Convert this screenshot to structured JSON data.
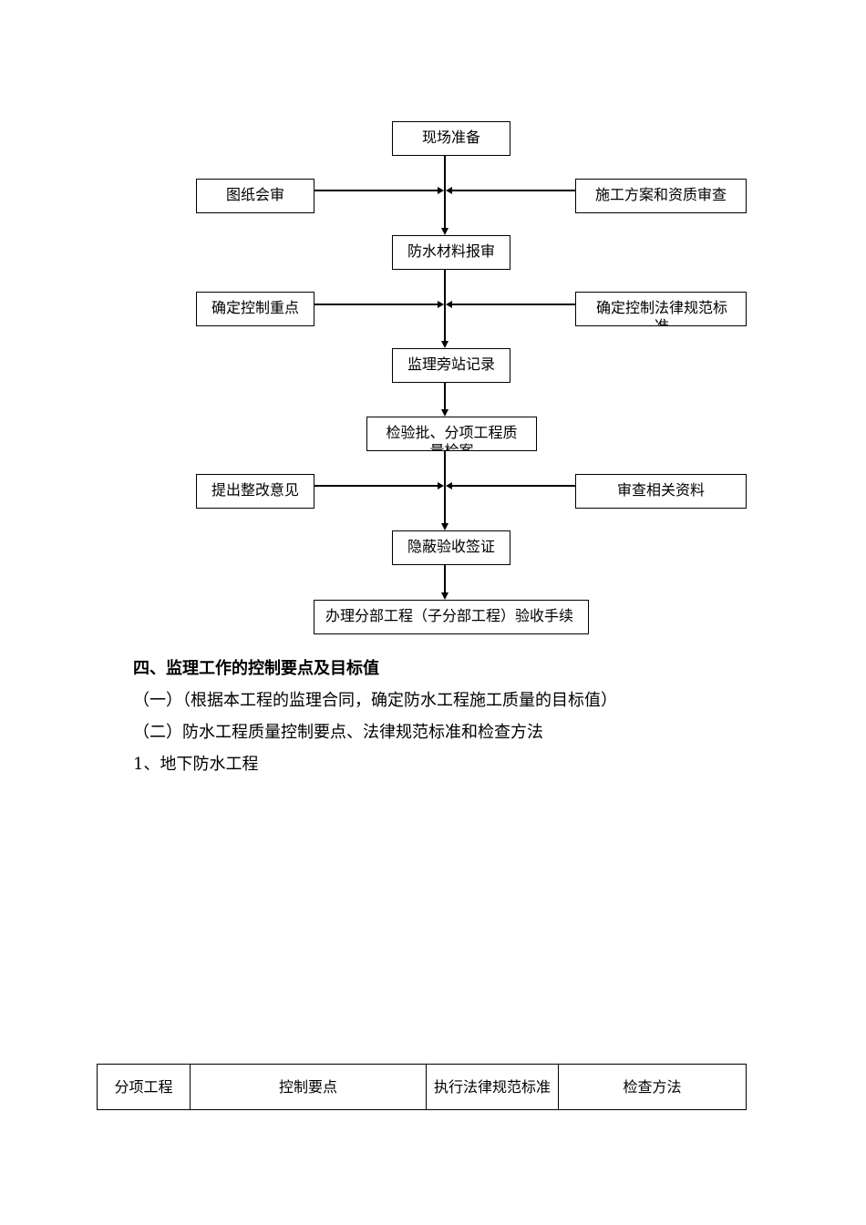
{
  "flowchart": {
    "steps": {
      "site_prep": "现场准备",
      "drawing_review": "图纸会审",
      "plan_review": "施工方案和资质审查",
      "material_review": "防水材料报审",
      "control_points": "确定控制重点",
      "standards": "确定控制法律规范标准",
      "supervision_record": "监理旁站记录",
      "inspection_batch": "检验批、分项工程质量检案",
      "rectification": "提出整改意见",
      "review_docs": "审查相关资料",
      "concealed_acceptance": "隐蔽验收签证",
      "acceptance_procedures": "办理分部工程（子分部工程）验收手续"
    }
  },
  "content": {
    "section_heading": "四、监理工作的控制要点及目标值",
    "item_1": "（一）（根据本工程的监理合同，确定防水工程施工质量的目标值）",
    "item_2": "（二）防水工程质量控制要点、法律规范标准和检查方法",
    "sub_1": "1、地下防水工程"
  },
  "table": {
    "headers": [
      "分项工程",
      "控制要点",
      "执行法律规范标准",
      "检查方法"
    ]
  }
}
